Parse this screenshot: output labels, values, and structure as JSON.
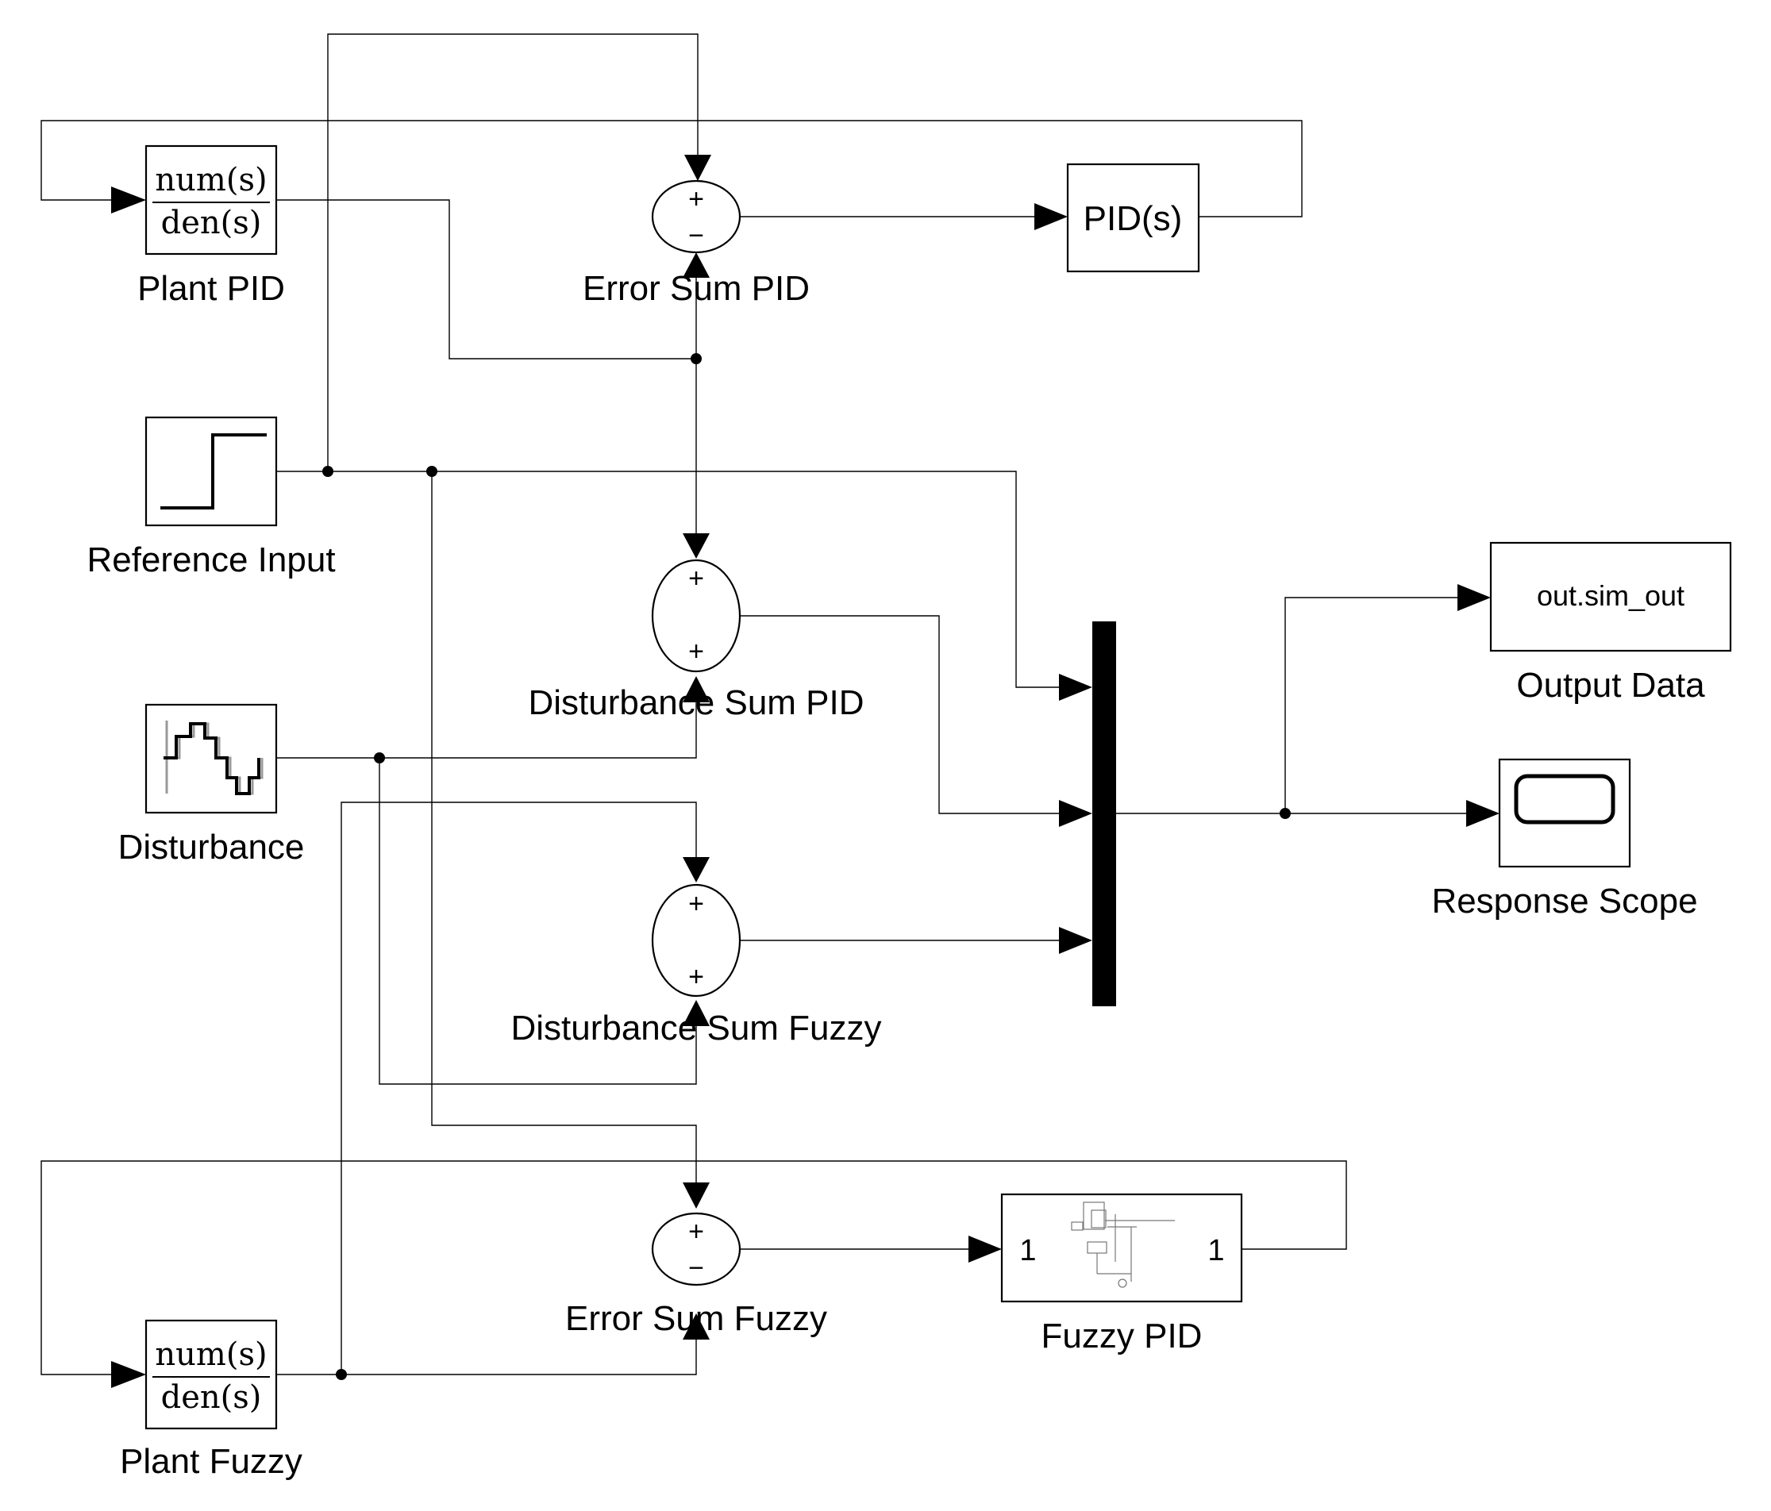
{
  "blocks": {
    "plant_pid": {
      "label": "Plant PID",
      "numerator": "num(s)",
      "denominator": "den(s)"
    },
    "plant_fuzzy": {
      "label": "Plant Fuzzy",
      "numerator": "num(s)",
      "denominator": "den(s)"
    },
    "reference_input": {
      "label": "Reference Input"
    },
    "disturbance": {
      "label": "Disturbance"
    },
    "error_sum_pid": {
      "label": "Error Sum PID",
      "sign_top": "+",
      "sign_bottom": "−"
    },
    "disturbance_sum_pid": {
      "label": "Disturbance Sum PID",
      "sign_top": "+",
      "sign_bottom": "+"
    },
    "disturbance_sum_fuzzy": {
      "label": "Disturbance Sum Fuzzy",
      "sign_top": "+",
      "sign_bottom": "+"
    },
    "error_sum_fuzzy": {
      "label": "Error Sum Fuzzy",
      "sign_top": "+",
      "sign_bottom": "−"
    },
    "pid_controller": {
      "text": "PID(s)"
    },
    "fuzzy_pid": {
      "label": "Fuzzy PID",
      "in_port": "1",
      "out_port": "1"
    },
    "output_data": {
      "label": "Output Data",
      "variable": "out.sim_out"
    },
    "response_scope": {
      "label": "Response Scope"
    }
  },
  "colors": {
    "line": "#000000",
    "background": "#ffffff"
  }
}
